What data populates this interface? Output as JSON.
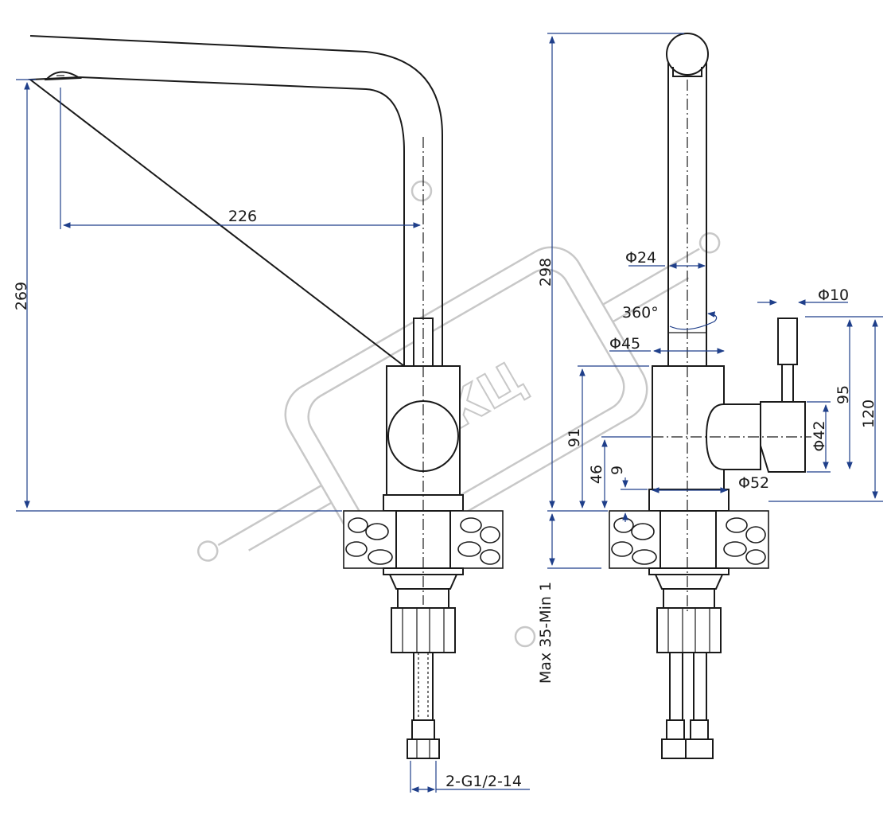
{
  "watermark": {
    "text": "ККЦ"
  },
  "dimensions": {
    "spout_reach": "226",
    "total_height_left": "269",
    "total_height_right": "298",
    "tube_diameter": "Φ24",
    "rotation": "360°",
    "neck_diameter": "Φ45",
    "handle_diameter": "Φ10",
    "body_height": "91",
    "base_height": "46",
    "base_step": "9",
    "base_diameter": "Φ52",
    "handle_height": "95",
    "total_handle_height": "120",
    "lever_diameter": "Φ42",
    "worktop_thickness": "Max 35-Min 1",
    "connection": "2-G1/2-14"
  },
  "colors": {
    "line": "#1a1a1a",
    "dimension": "#1f3f8a",
    "watermark": "#c8c8c8"
  }
}
